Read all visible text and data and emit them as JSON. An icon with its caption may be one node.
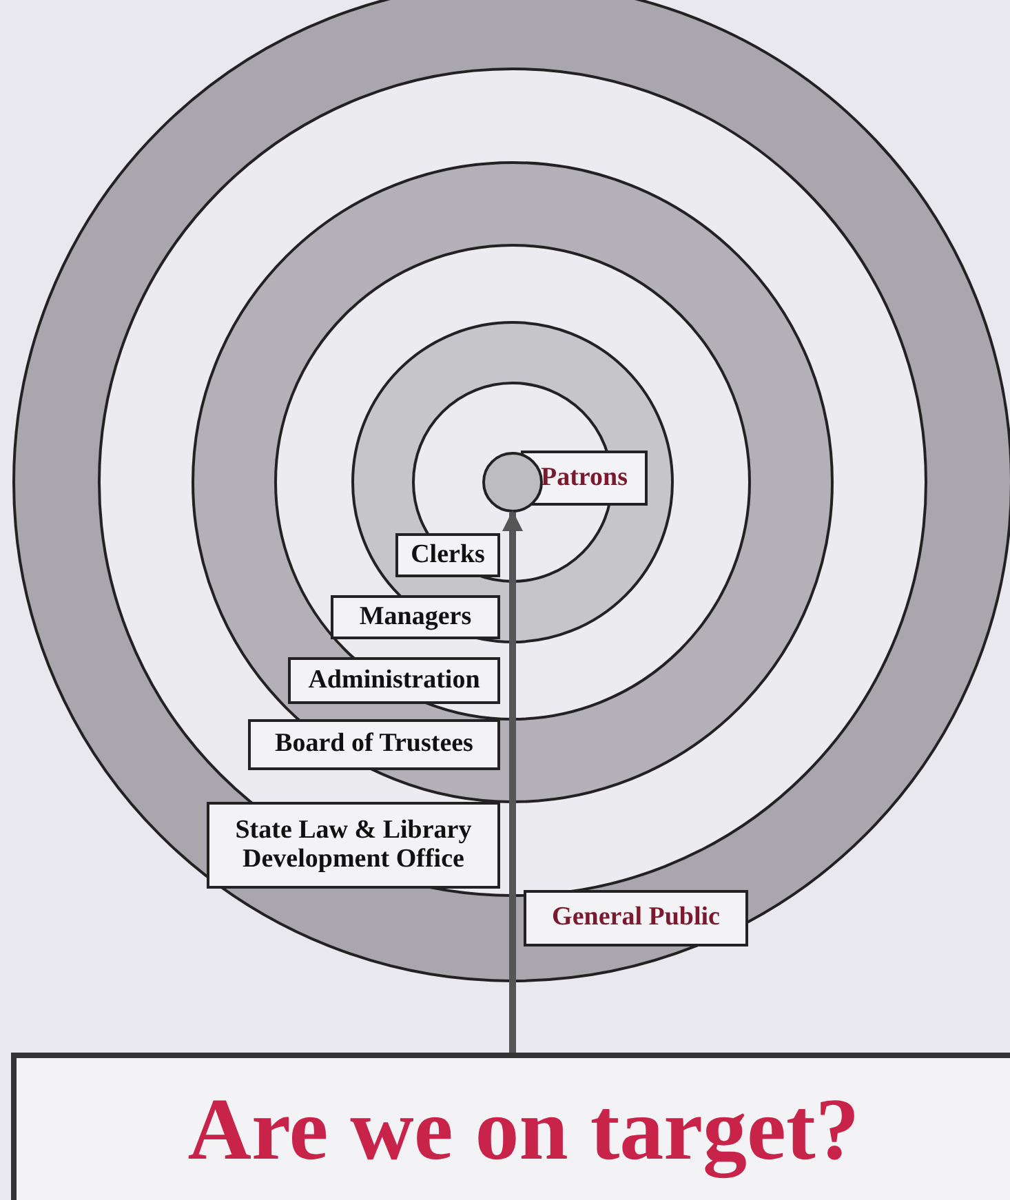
{
  "diagram": {
    "nodes": [
      {
        "text": [
          "Patrons"
        ]
      },
      {
        "text": [
          "Clerks"
        ]
      },
      {
        "text": [
          "Managers"
        ]
      },
      {
        "text": [
          "Administration"
        ]
      },
      {
        "text": [
          "Board of Trustees"
        ]
      },
      {
        "text": [
          "State Law & Library Development Office"
        ]
      },
      {
        "text": [
          "General Public"
        ]
      },
      {
        "text": [
          "Are we on target?"
        ]
      },
      {
        "text": [],
        "shape": "circle"
      }
    ],
    "edges": [
      {
        "from": 7,
        "to": 8,
        "arrow": "to"
      }
    ]
  }
}
